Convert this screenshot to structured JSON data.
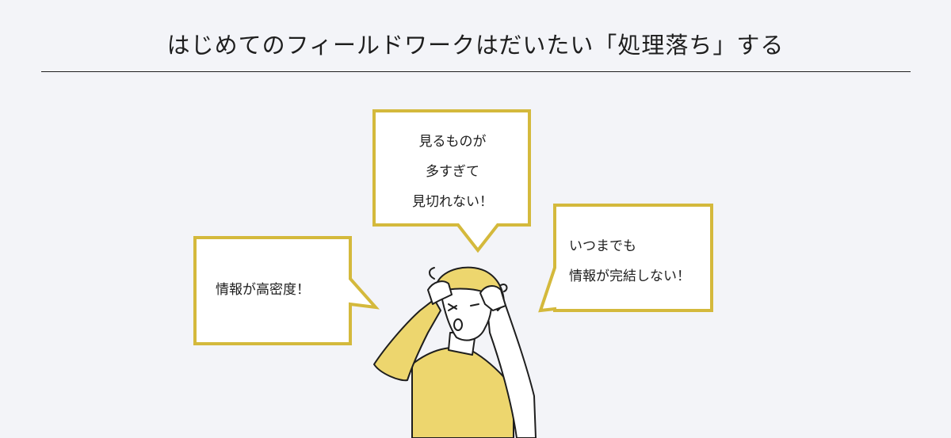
{
  "title": "はじめてのフィールドワークはだいたい「処理落ち」する",
  "bubbles": {
    "center": {
      "lines": [
        "見るものが",
        "多すぎて",
        "見切れない！"
      ]
    },
    "left": {
      "lines": [
        "情報が高密度！"
      ]
    },
    "right": {
      "lines": [
        "いつまでも",
        "情報が完結しない！"
      ]
    }
  },
  "colors": {
    "background": "#f3f4f8",
    "bubble_border": "#d4b93c",
    "bubble_fill": "#ffffff",
    "figure_fill": "#edd66e",
    "line": "#1e1e1e"
  }
}
